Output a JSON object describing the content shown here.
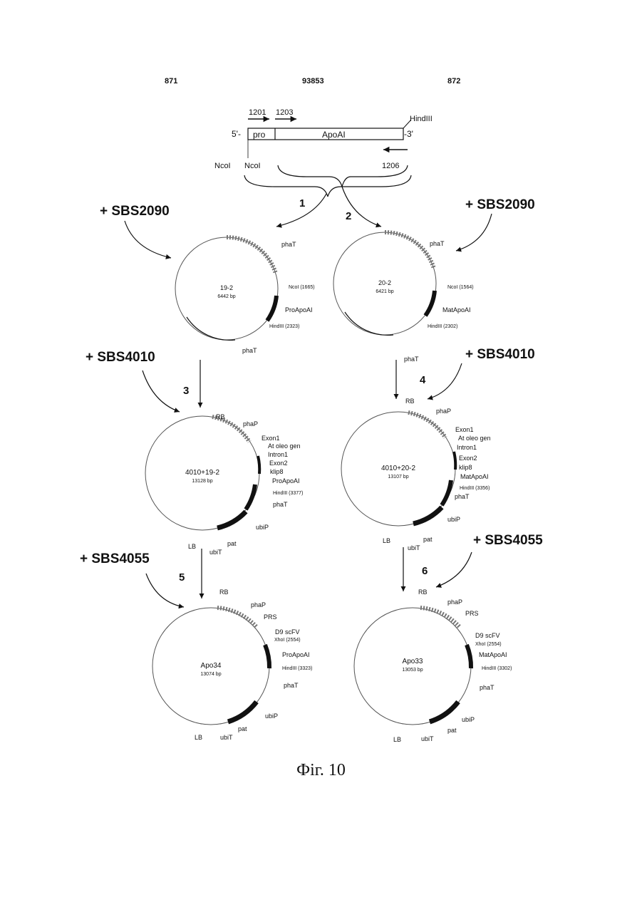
{
  "header": {
    "left_page": "871",
    "doc_number": "93853",
    "right_page": "872"
  },
  "construct": {
    "primers_top": [
      "1201",
      "1203"
    ],
    "end5": "5'-",
    "end3": "-3'",
    "segment_pro": "pro",
    "segment_apo": "ApoAI",
    "site_hindiii": "HindIII",
    "site_ncoi_outer": "NcoI",
    "site_ncoi_inner": "NcoI",
    "primer_reverse": "1206"
  },
  "steps": [
    "1",
    "2",
    "3",
    "4",
    "5",
    "6"
  ],
  "additions": [
    "+ SBS2090",
    "+ SBS2090",
    "+ SBS4010",
    "+ SBS4010",
    "+ SBS4055",
    "+ SBS4055"
  ],
  "plasmids": {
    "p19": {
      "name": "19-2",
      "size": "6442 bp",
      "labels": [
        "phaT",
        "NcoI (1665)",
        "ProApoAI",
        "HindIII (2323)",
        "phaT"
      ]
    },
    "p20": {
      "name": "20-2",
      "size": "6421 bp",
      "labels": [
        "phaT",
        "NcoI (1564)",
        "MatApoAI",
        "HindIII (2302)",
        "phaT"
      ]
    },
    "p4010_19": {
      "name": "4010+19-2",
      "size": "13128 bp",
      "labels": [
        "RB",
        "phaP",
        "Exon1",
        "At oleo gen",
        "Intron1",
        "Exon2",
        "klip8",
        "ProApoAI",
        "HindIII (3377)",
        "phaT",
        "ubiP",
        "pat",
        "ubiT",
        "LB"
      ]
    },
    "p4010_20": {
      "name": "4010+20-2",
      "size": "13107 bp",
      "labels": [
        "RB",
        "phaP",
        "Exon1",
        "At oleo gen",
        "Intron1",
        "Exon2",
        "klip8",
        "MatApoAI",
        "HindIII (3356)",
        "phaT",
        "ubiP",
        "pat",
        "ubiT",
        "LB"
      ]
    },
    "apo34": {
      "name": "Apo34",
      "size": "13074 bp",
      "labels": [
        "RB",
        "phaP",
        "PRS",
        "D9 scFV",
        "XhoI (2554)",
        "ProApoAI",
        "HindIII (3323)",
        "phaT",
        "ubiP",
        "pat",
        "ubiT",
        "LB"
      ]
    },
    "apo33": {
      "name": "Apo33",
      "size": "13053 bp",
      "labels": [
        "RB",
        "phaP",
        "PRS",
        "D9 scFV",
        "XhoI (2554)",
        "MatApoAI",
        "HindIII (3302)",
        "phaT",
        "ubiP",
        "pat",
        "ubiT",
        "LB"
      ]
    }
  },
  "caption": "Фіг. 10"
}
